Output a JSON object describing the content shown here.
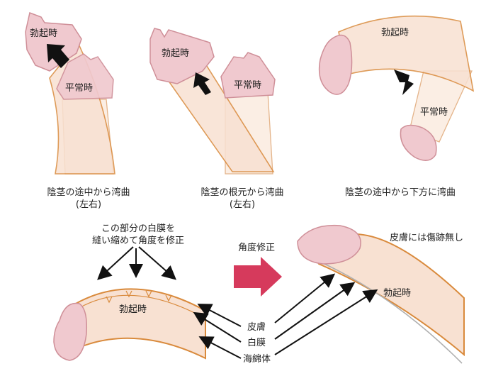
{
  "colors": {
    "shaft_fill": "#f8e1d2",
    "shaft_stroke": "#d98a3c",
    "glans_fill": "#f0c9cf",
    "glans_stroke": "#cf8f98",
    "arrow": "#111111",
    "correction_arrow": "#d63a5c",
    "tunica_line": "#b0b0b0"
  },
  "panel1": {
    "label_erect": "勃起時",
    "label_flaccid": "平常時",
    "caption_line1": "陰茎の途中から湾曲",
    "caption_line2": "(左右)"
  },
  "panel2": {
    "label_erect": "勃起時",
    "label_flaccid": "平常時",
    "caption_line1": "陰茎の根元から湾曲",
    "caption_line2": "(左右)"
  },
  "panel3": {
    "label_erect": "勃起時",
    "label_flaccid": "平常時",
    "caption": "陰茎の途中から下方に湾曲"
  },
  "bottom": {
    "instruction_line1": "この部分の白膜を",
    "instruction_line2": "縫い縮めて角度を修正",
    "correction_label": "角度修正",
    "no_scar_label": "皮膚には傷跡無し",
    "left_erect_label": "勃起時",
    "right_erect_label": "勃起時",
    "layer_skin": "皮膚",
    "layer_tunica": "白膜",
    "layer_cavernosum": "海綿体"
  }
}
